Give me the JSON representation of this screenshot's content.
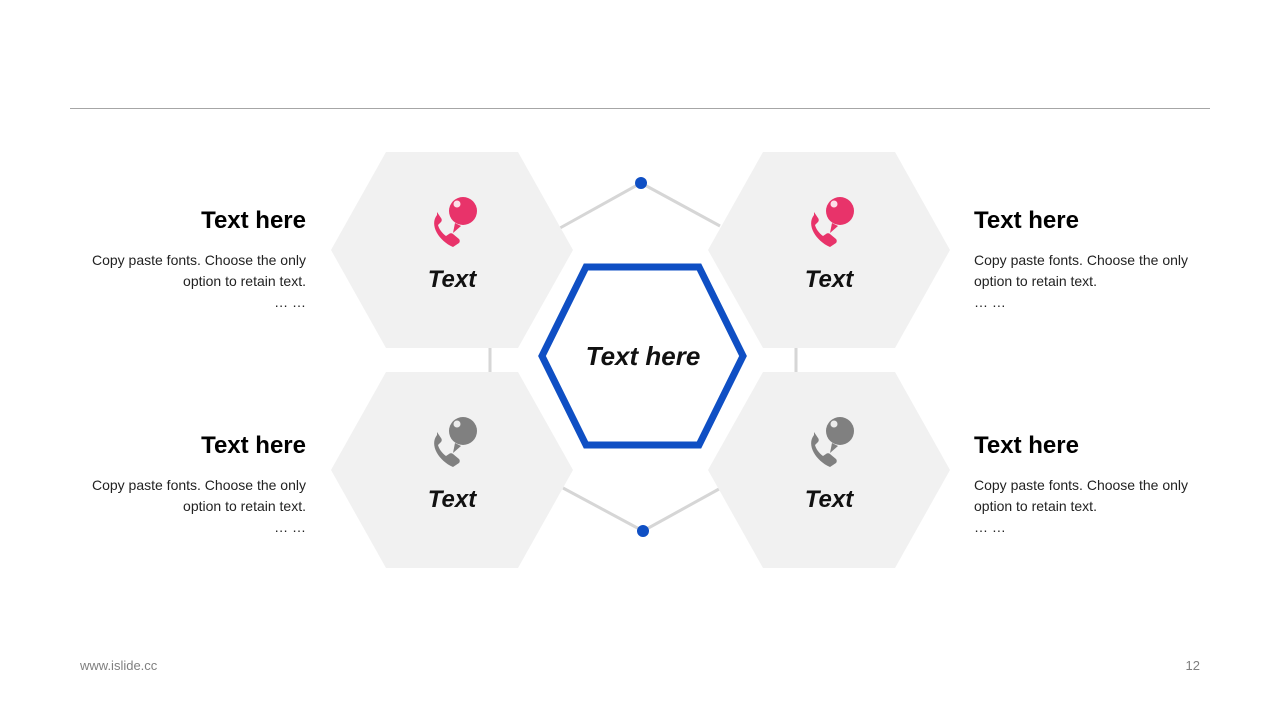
{
  "colors": {
    "accent_blue": "#0f4fc4",
    "accent_pink": "#e8336a",
    "icon_gray": "#808080",
    "hex_fill": "#f1f1f1",
    "connector": "#d6d6d6"
  },
  "center": {
    "label": "Text here"
  },
  "hexagons": [
    {
      "label": "Text",
      "icon": "phone-bubble-icon",
      "color": "pink"
    },
    {
      "label": "Text",
      "icon": "phone-bubble-icon",
      "color": "pink"
    },
    {
      "label": "Text",
      "icon": "phone-bubble-icon",
      "color": "gray"
    },
    {
      "label": "Text",
      "icon": "phone-bubble-icon",
      "color": "gray"
    }
  ],
  "blocks": [
    {
      "title": "Text here",
      "body": "Copy paste fonts. Choose the only option to retain text.",
      "ellipsis": "… …"
    },
    {
      "title": "Text here",
      "body": "Copy paste fonts. Choose the only option to retain text.",
      "ellipsis": "… …"
    },
    {
      "title": "Text here",
      "body": "Copy paste fonts. Choose the only option to retain text.",
      "ellipsis": "… …"
    },
    {
      "title": "Text here",
      "body": "Copy paste fonts. Choose the only option to retain text.",
      "ellipsis": "… …"
    }
  ],
  "footer": {
    "website": "www.islide.cc",
    "page_number": "12"
  }
}
